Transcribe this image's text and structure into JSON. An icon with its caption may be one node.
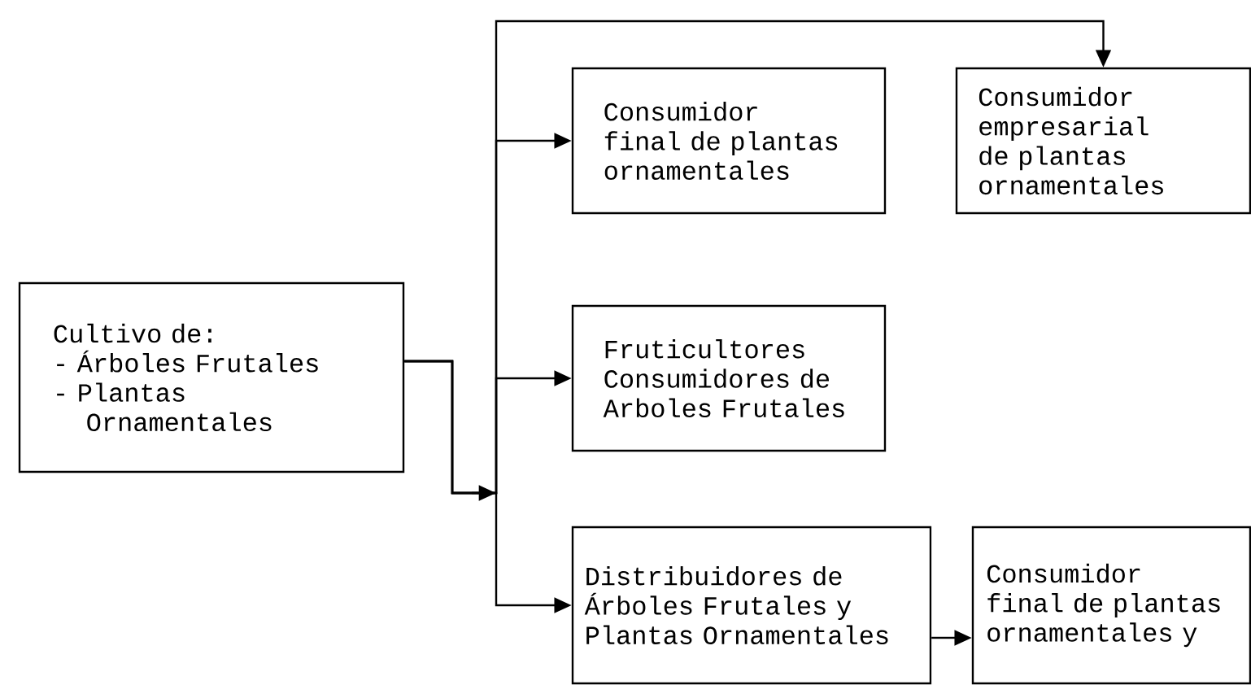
{
  "diagram": {
    "nodes": [
      {
        "text": [
          "Cultivo de:",
          "- Árboles Frutales",
          "- Plantas Ornamentales"
        ]
      },
      {
        "text": [
          "Consumidor final de plantas ornamentales"
        ]
      },
      {
        "text": [
          "Consumidor empresarial de plantas ornamentales"
        ]
      },
      {
        "text": [
          "Fruticultores Consumidores de Arboles Frutales"
        ]
      },
      {
        "text": [
          "Distribuidores de Árboles Frutales y Plantas Ornamentales"
        ]
      },
      {
        "text": [
          "Consumidor final de plantas ornamentales y"
        ]
      }
    ],
    "edges": [
      {
        "from": 0,
        "to": 1,
        "arrow": "to"
      },
      {
        "from": 0,
        "to": 2,
        "arrow": "to"
      },
      {
        "from": 0,
        "to": 3,
        "arrow": "to"
      },
      {
        "from": 0,
        "to": 4,
        "arrow": "to"
      },
      {
        "from": 4,
        "to": 5,
        "arrow": "to"
      }
    ]
  }
}
